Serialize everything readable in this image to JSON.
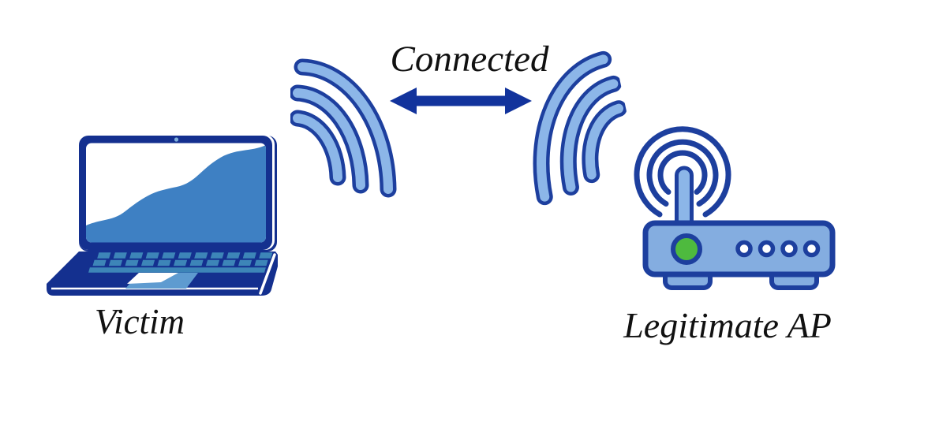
{
  "diagram": {
    "connection": {
      "label": "Connected",
      "arrow_style": "double-headed"
    },
    "nodes": [
      {
        "id": "victim",
        "label": "Victim",
        "icon": "laptop-icon"
      },
      {
        "id": "legitimate-ap",
        "label": "Legitimate AP",
        "icon": "wireless-router-icon"
      }
    ],
    "icons": [
      "laptop-icon",
      "wifi-signal-left-icon",
      "double-arrow-icon",
      "wifi-signal-right-icon",
      "wireless-router-icon"
    ],
    "colors": {
      "background": "#ffffff",
      "navy": "#14308f",
      "outline": "#1d3f9e",
      "arrow": "#12339c",
      "wifi_fill": "#8cb6e8",
      "router_body": "#84ade0",
      "screen_wave": "#3e80c3",
      "keys": "#3d85b8",
      "touchpad": "#5e9bd0",
      "led_green": "#4eba3e",
      "text": "#111111"
    }
  }
}
